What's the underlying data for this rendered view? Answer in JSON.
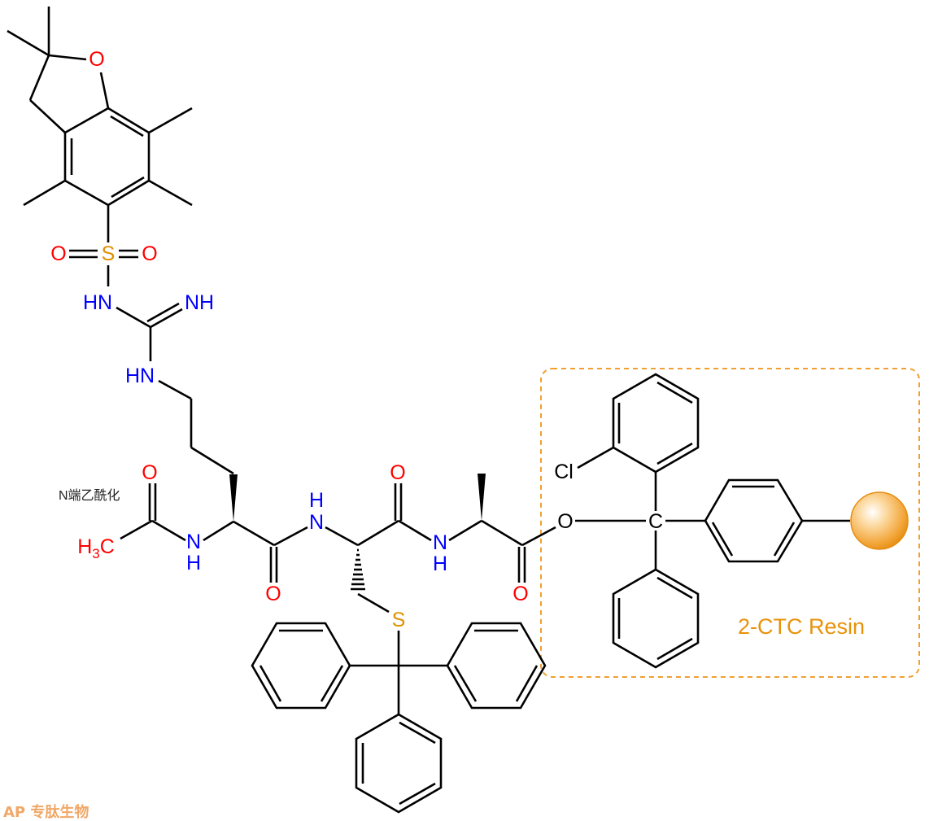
{
  "title": "Ac-Arg(Pbf)-Cys(Trt)-Ala-2-CTC Resin",
  "annotation": "N端乙酰化",
  "resin_label": "2-CTC Resin",
  "watermark": "AP 专肽生物",
  "colors": {
    "oxygen": "#ff0000",
    "nitrogen": "#0000ff",
    "sulfur": "#e09000",
    "resin": "#e8920a",
    "bond": "#000000"
  },
  "atoms": {
    "pbf_o": "O",
    "sulfonyl_s": "S",
    "sulfonyl_o1": "O",
    "sulfonyl_o2": "O",
    "guan_hn1": "HN",
    "guan_nh": "NH",
    "guan_hn2": "HN",
    "acetyl_o": "O",
    "h3c": {
      "h": "H",
      "sub": "3",
      "c": "C"
    },
    "arg_n": "N",
    "arg_h": "H",
    "arg_co_o": "O",
    "cys_n": "N",
    "cys_h": "H",
    "cys_co_o": "O",
    "cys_s": "S",
    "ala_n": "N",
    "ala_h": "H",
    "ala_co_o": "O",
    "ester_o": "O",
    "trityl_c": "C",
    "cl": "Cl"
  }
}
